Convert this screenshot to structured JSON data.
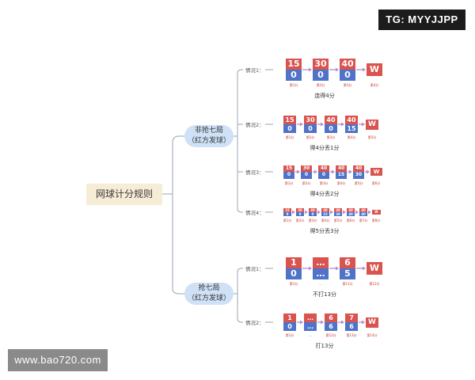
{
  "watermarks": {
    "top": "TG: MYYJJPP",
    "bottom": "www.bao720.com"
  },
  "root": {
    "label": "网球计分规则"
  },
  "branches": [
    {
      "line1": "非抢七局",
      "line2": "（红方发球）"
    },
    {
      "line1": "抢七局",
      "line2": "（红方发球）"
    }
  ],
  "cases": [
    {
      "label": "情况1：",
      "caption": "连得4分",
      "scores": [
        [
          "15",
          "0"
        ],
        [
          "30",
          "0"
        ],
        [
          "40",
          "0"
        ]
      ],
      "points": [
        "第1分",
        "第2分",
        "第3分",
        "第4分"
      ],
      "win": "W"
    },
    {
      "label": "情况2：",
      "caption": "得4分丢1分",
      "scores": [
        [
          "15",
          "0"
        ],
        [
          "30",
          "0"
        ],
        [
          "40",
          "0"
        ],
        [
          "40",
          "15"
        ]
      ],
      "points": [
        "第1分",
        "第2分",
        "第3分",
        "第4分",
        "第5分"
      ],
      "win": "W"
    },
    {
      "label": "情况3：",
      "caption": "得4分丢2分",
      "scores": [
        [
          "15",
          "0"
        ],
        [
          "30",
          "0"
        ],
        [
          "40",
          "0"
        ],
        [
          "40",
          "15"
        ],
        [
          "40",
          "30"
        ]
      ],
      "points": [
        "第1分",
        "第2分",
        "第3分",
        "第4分",
        "第5分",
        "第6分"
      ],
      "win": "W"
    },
    {
      "label": "情况4：",
      "caption": "得5分丢3分",
      "scores": [
        [
          "15",
          "0"
        ],
        [
          "30",
          "0"
        ],
        [
          "40",
          "0"
        ],
        [
          "40",
          "15"
        ],
        [
          "40",
          "30"
        ],
        [
          "40",
          "40"
        ],
        [
          "40",
          "40"
        ]
      ],
      "points": [
        "第1分",
        "第2分",
        "第3分",
        "第4分",
        "第5分",
        "第6分",
        "第7分",
        "第8分"
      ],
      "win": "W"
    },
    {
      "label": "情况1：",
      "caption": "不打13分",
      "scores": [
        [
          "1",
          "0"
        ],
        [
          "…",
          "…"
        ],
        [
          "6",
          "5"
        ]
      ],
      "points": [
        "第1分",
        "…",
        "第11分",
        "第12分"
      ],
      "win": "W"
    },
    {
      "label": "情况2：",
      "caption": "打13分",
      "scores": [
        [
          "1",
          "0"
        ],
        [
          "…",
          "…"
        ],
        [
          "6",
          "6"
        ],
        [
          "7",
          "6"
        ]
      ],
      "points": [
        "第1分",
        "…",
        "第12分",
        "第13分",
        "第14分"
      ],
      "win": "W"
    }
  ]
}
